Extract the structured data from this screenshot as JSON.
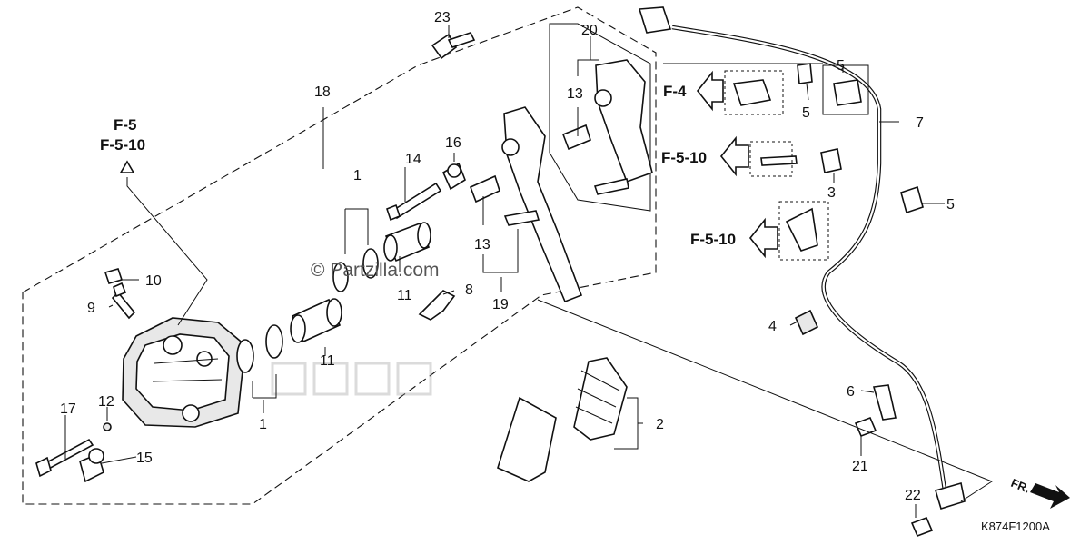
{
  "diagram": {
    "callouts": {
      "c1a": "1",
      "c1b": "1",
      "c2": "2",
      "c3": "3",
      "c4": "4",
      "c5a": "5",
      "c5b": "5",
      "c5c": "5",
      "c6": "6",
      "c7": "7",
      "c8": "8",
      "c9": "9",
      "c10": "10",
      "c11a": "11",
      "c11b": "11",
      "c12": "12",
      "c13a": "13",
      "c13b": "13",
      "c14": "14",
      "c15": "15",
      "c16": "16",
      "c17": "17",
      "c18": "18",
      "c19": "19",
      "c20": "20",
      "c21": "21",
      "c22": "22",
      "c23": "23"
    },
    "references": {
      "left_a": "F-5",
      "left_b": "F-5-10",
      "f4": "F-4",
      "f510_a": "F-5-10",
      "f510_b": "F-5-10"
    },
    "watermark": "© Partzilla.com",
    "front_marker": "FR.",
    "drawing_code": "K874F1200A"
  }
}
